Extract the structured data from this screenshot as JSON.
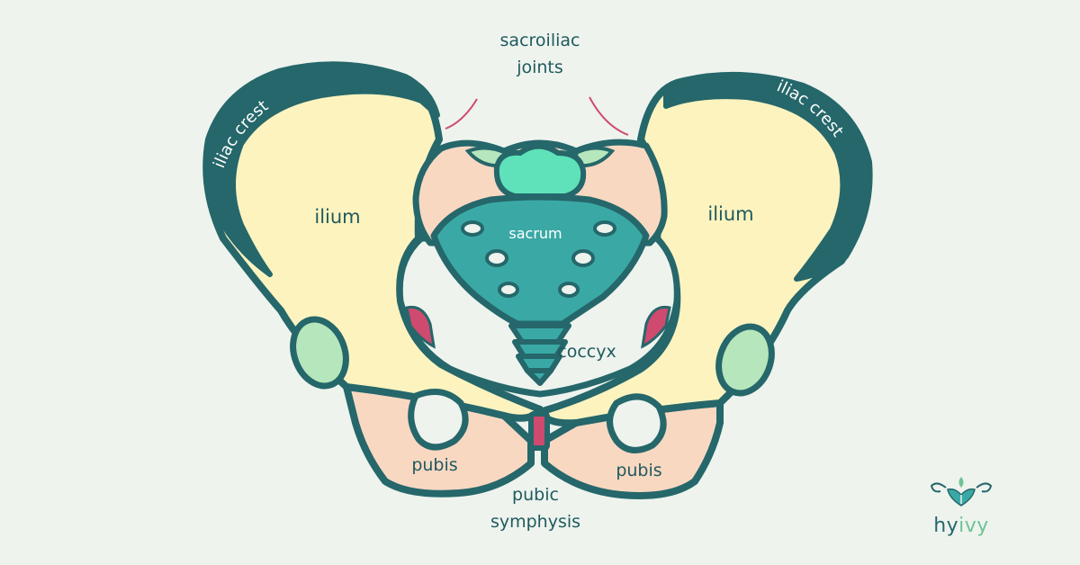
{
  "labels": {
    "sacroiliac_line1": "sacroiliac",
    "sacroiliac_line2": "joints",
    "iliac_crest_left": "iliac crest",
    "iliac_crest_right": "iliac crest",
    "ilium_left": "ilium",
    "ilium_right": "ilium",
    "sacrum": "sacrum",
    "coccyx": "coccyx",
    "pubis_left": "pubis",
    "pubis_right": "pubis",
    "pubic_line1": "pubic",
    "pubic_line2": "symphysis"
  },
  "brand": {
    "name_part1": "hy",
    "name_part2": "ivy",
    "logo_icon": "ivy-leaf-icon"
  },
  "colors": {
    "background": "#eef3ee",
    "outline": "#25676a",
    "ilium": "#fdf3bf",
    "pubis": "#f9d8c2",
    "sacrum": "#3aa9a6",
    "cartilage_green": "#b6e6bb",
    "sacral_top": "#5fe2b9",
    "joint_pink": "#cf4a6f",
    "text": "#1f5a5e"
  }
}
